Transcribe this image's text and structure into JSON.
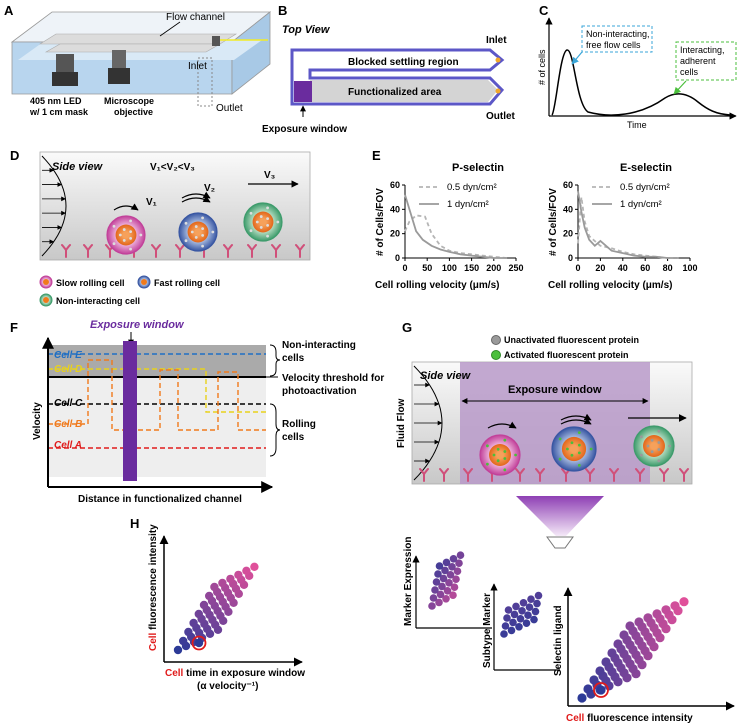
{
  "panel_letters": [
    "A",
    "B",
    "C",
    "D",
    "E",
    "F",
    "G",
    "H"
  ],
  "panelA": {
    "flow_channel": "Flow channel",
    "inlet": "Inlet",
    "outlet": "Outlet",
    "led_l1": "405 nm LED",
    "led_l2": "w/ 1 cm mask",
    "obj_l1": "Microscope",
    "obj_l2": "objective"
  },
  "panelB": {
    "title": "Top View",
    "blocked": "Blocked settling region",
    "functionalized": "Functionalized area",
    "inlet": "Inlet",
    "outlet": "Outlet",
    "exposure": "Exposure window"
  },
  "panelC": {
    "ylabel": "# of cells",
    "xlabel": "Time",
    "peak1_l1": "Non-interacting,",
    "peak1_l2": "free flow cells",
    "peak2_l1": "Interacting,",
    "peak2_l2": "adherent",
    "peak2_l3": "cells"
  },
  "panelD": {
    "title": "Side view",
    "relation": "V₁<V₂<V₃",
    "v1": "V₁",
    "v2": "V₂",
    "v3": "V₃",
    "legend_slow": "Slow rolling cell",
    "legend_fast": "Fast rolling cell",
    "legend_non": "Non-interacting cell"
  },
  "panelE": {
    "chart_data": [
      {
        "type": "line",
        "title": "P-selectin",
        "xlabel": "Cell rolling velocity (μm/s)",
        "ylabel": "# of Cells/FOV",
        "xlim": [
          0,
          250
        ],
        "ylim": [
          0,
          60
        ],
        "xticks": [
          "0",
          "50",
          "100",
          "150",
          "200",
          "250"
        ],
        "yticks": [
          "0",
          "20",
          "40",
          "60"
        ],
        "series": [
          {
            "name": "0.5 dyn/cm²",
            "style": "dashed",
            "x": [
              0,
              10,
              25,
              45,
              60,
              80,
              100,
              125,
              150,
              175,
              200,
              230
            ],
            "y": [
              22,
              30,
              35,
              34,
              20,
              10,
              6,
              4,
              3,
              2,
              1,
              0
            ]
          },
          {
            "name": "1 dyn/cm²",
            "style": "solid",
            "x": [
              0,
              10,
              25,
              40,
              60,
              80,
              100,
              125,
              150,
              175,
              200,
              230
            ],
            "y": [
              52,
              40,
              22,
              15,
              10,
              7,
              5,
              3,
              2,
              1,
              0,
              0
            ]
          }
        ]
      },
      {
        "type": "line",
        "title": "E-selectin",
        "xlabel": "Cell rolling velocity (μm/s)",
        "ylabel": "# of Cells/FOV",
        "xlim": [
          0,
          100
        ],
        "ylim": [
          0,
          60
        ],
        "xticks": [
          "0",
          "20",
          "40",
          "60",
          "80",
          "100"
        ],
        "yticks": [
          "0",
          "20",
          "40",
          "60"
        ],
        "series": [
          {
            "name": "0.5 dyn/cm²",
            "style": "dashed",
            "x": [
              0,
              3,
              6,
              10,
              15,
              20,
              30,
              40,
              50,
              60,
              70,
              80,
              90
            ],
            "y": [
              12,
              50,
              30,
              18,
              14,
              10,
              8,
              5,
              3,
              2,
              1,
              0,
              0
            ]
          },
          {
            "name": "1 dyn/cm²",
            "style": "solid",
            "x": [
              0,
              3,
              6,
              10,
              15,
              20,
              30,
              40,
              50,
              60,
              70,
              80,
              90
            ],
            "y": [
              55,
              38,
              25,
              15,
              10,
              14,
              6,
              4,
              2,
              1,
              1,
              0,
              0
            ]
          }
        ]
      }
    ]
  },
  "panelF": {
    "exposure": "Exposure window",
    "ylabel": "Velocity",
    "xlabel": "Distance in functionalized channel",
    "cellE": "Cell E",
    "cellD": "Cell D",
    "cellC": "Cell C",
    "cellB": "Cell B",
    "cellA": "Cell A",
    "non_l1": "Non-interacting",
    "non_l2": "cells",
    "thr_l1": "Velocity threshold for",
    "thr_l2": "photoactivation",
    "roll_l1": "Rolling",
    "roll_l2": "cells",
    "colors": {
      "cellE": "#1f6fc4",
      "cellD": "#e8d21c",
      "cellC": "#000000",
      "cellB": "#f07a1c",
      "cellA": "#e01b1b",
      "window": "#6a2c9e"
    }
  },
  "panelG": {
    "title": "Side view",
    "ylabel": "Fluid Flow",
    "window": "Exposure window",
    "legend_unact": "Unactivated fluorescent protein",
    "legend_act": "Activated fluorescent protein"
  },
  "panelH": {
    "y_red": "Cell",
    "y_rest": " fluorescence intensity",
    "x_red": "Cell",
    "x_rest": " time in exposure window",
    "x_sub": "(α velocity⁻¹)",
    "marker": "Marker Expression",
    "subtype": "Subtype Marker",
    "selectin": "Selectin ligand",
    "fl_red": "Cell",
    "fl_rest": " fluorescence intensity"
  }
}
